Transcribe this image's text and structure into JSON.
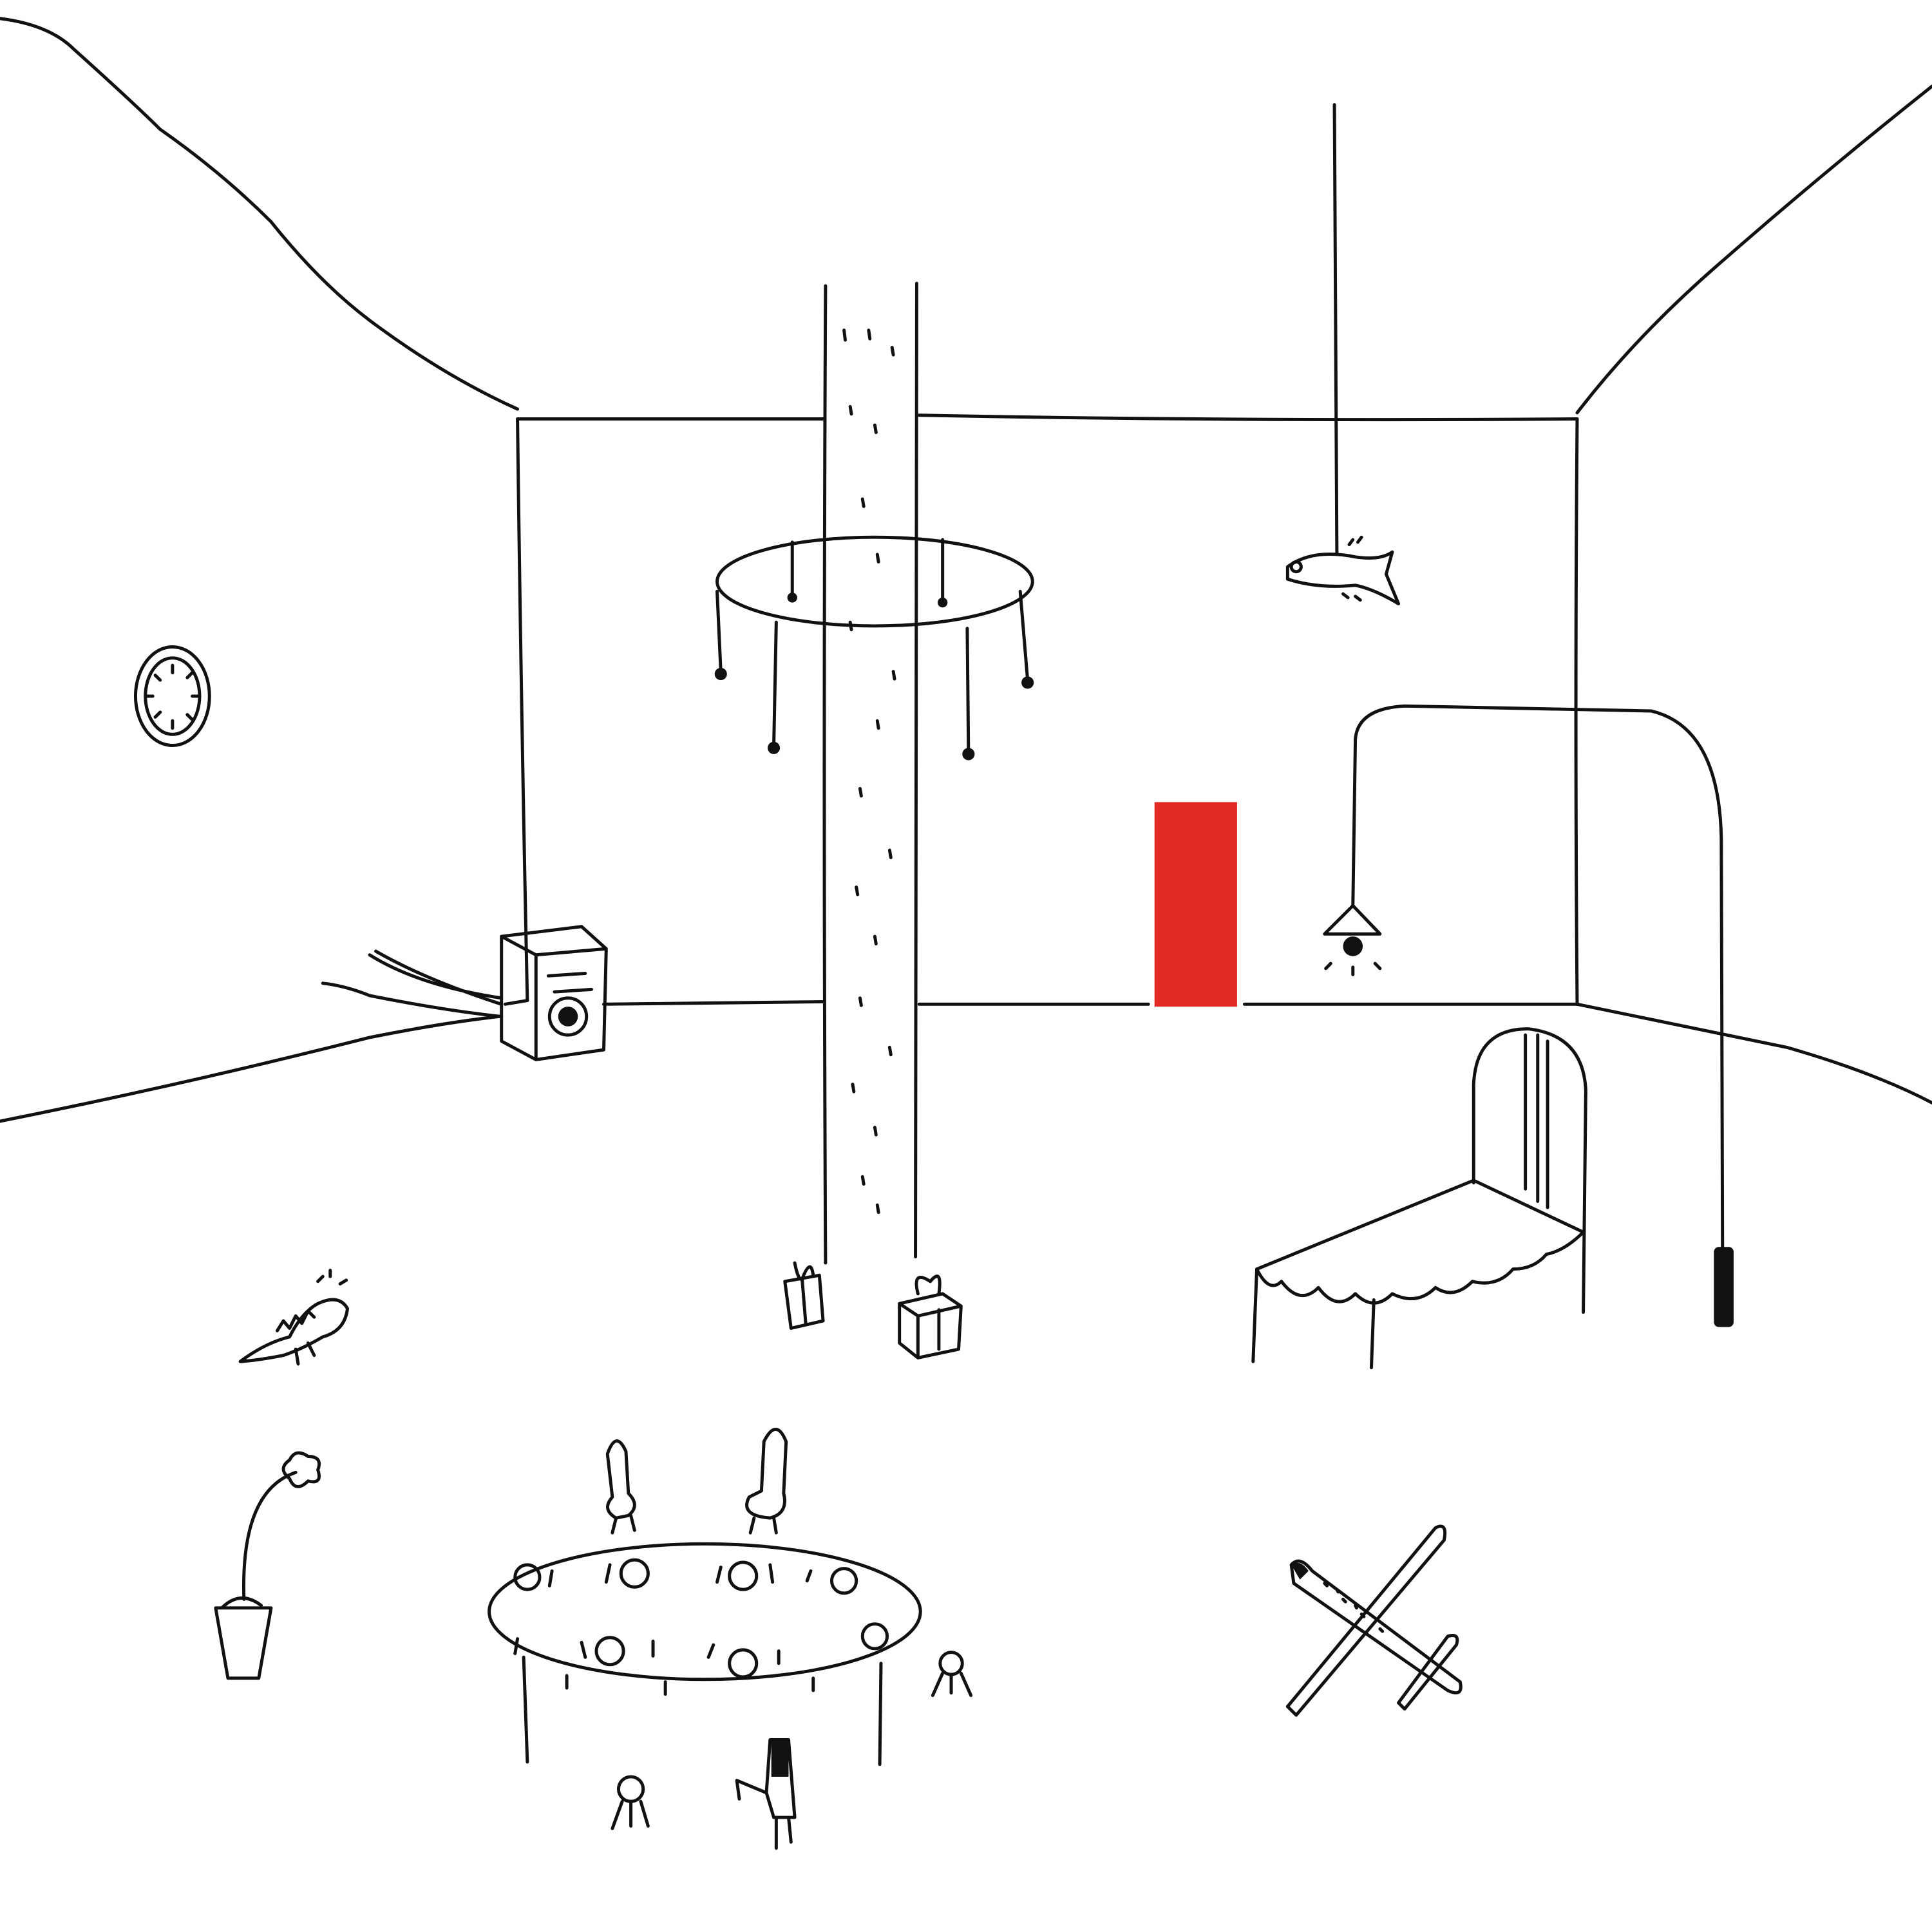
{
  "colors": {
    "ink": "#111111",
    "accent": "#e22a24",
    "background": "#ffffff"
  },
  "scene": {
    "objects": [
      "room-walls",
      "pillar",
      "chandelier",
      "hanging-fish",
      "wall-clock",
      "washing-machine",
      "red-door",
      "arc-lamp",
      "bed",
      "gift-boxes",
      "lizard",
      "potted-flower",
      "dining-table",
      "chairs",
      "stools",
      "crossed-skis"
    ]
  }
}
